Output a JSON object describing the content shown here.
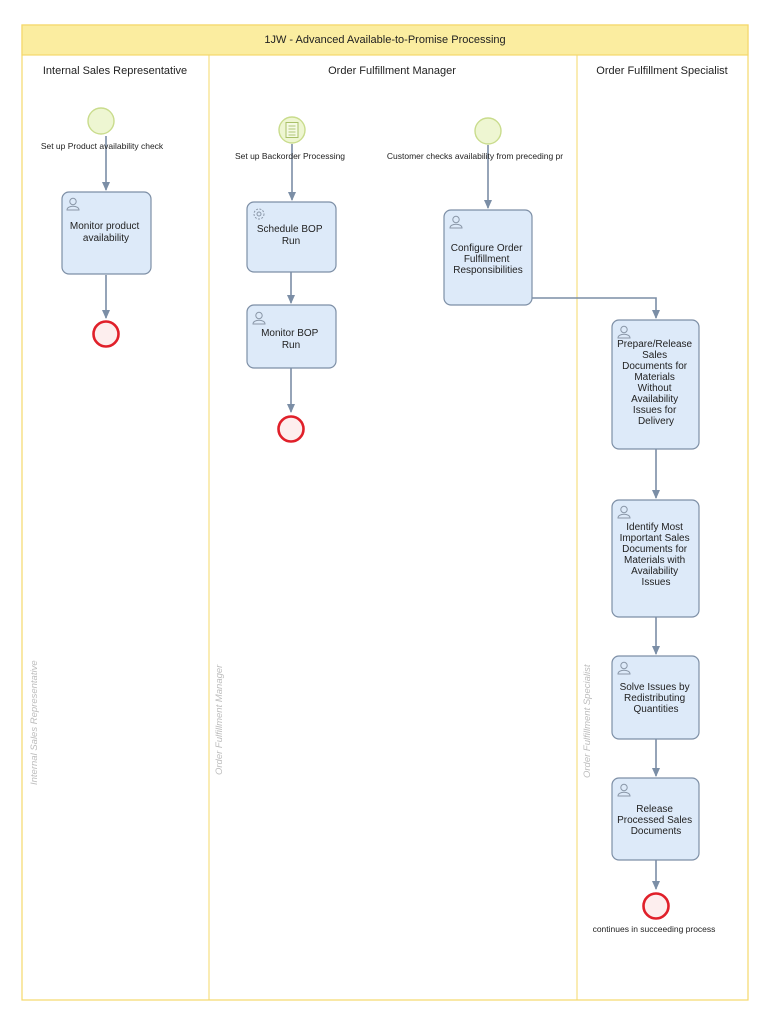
{
  "pool": {
    "title": "1JW - Advanced Available-to-Promise Processing",
    "header_fill": "#fbeda0",
    "border_color": "#f5d86a"
  },
  "lanes": [
    {
      "title": "Internal Sales Representative",
      "side_label": "Internal Sales Representative"
    },
    {
      "title": "Order Fulfillment Manager",
      "side_label": "Order Fulfillment Manager"
    },
    {
      "title": "Order Fulfillment Specialist",
      "side_label": "Order Fulfillment Specialist"
    }
  ],
  "events": {
    "start_isr": "Set up Product availability check",
    "start_ofm_backorder": "Set up Backorder Processing",
    "start_ofm_customer": "Customer checks availability from preceding pr",
    "end_ofs": "continues in succeeding process"
  },
  "tasks": {
    "monitor_product": [
      "Monitor product",
      "availability"
    ],
    "schedule_bop": [
      "Schedule BOP",
      "Run"
    ],
    "monitor_bop": [
      "Monitor BOP",
      "Run"
    ],
    "configure_order": [
      "Configure Order",
      "Fulfillment",
      "Responsibilities"
    ],
    "prepare_release": [
      "Prepare/Release",
      "Sales",
      "Documents for",
      "Materials",
      "Without",
      "Availability",
      "Issues for",
      "Delivery"
    ],
    "identify_most": [
      "Identify Most",
      "Important Sales",
      "Documents for",
      "Materials with",
      "Availability",
      "Issues"
    ],
    "solve_issues": [
      "Solve Issues by",
      "Redistributing",
      "Quantities"
    ],
    "release_processed": [
      "Release",
      "Processed Sales",
      "Documents"
    ]
  },
  "colors": {
    "task_fill": "#ddeaf9",
    "task_stroke": "#7d8fa6",
    "start_fill": "#eef6d2",
    "start_stroke": "#c9dc8c",
    "end_stroke": "#e0202a",
    "end_fill": "#fdeeee",
    "flow": "#7b8ea6",
    "icon": "#8a97a8"
  }
}
